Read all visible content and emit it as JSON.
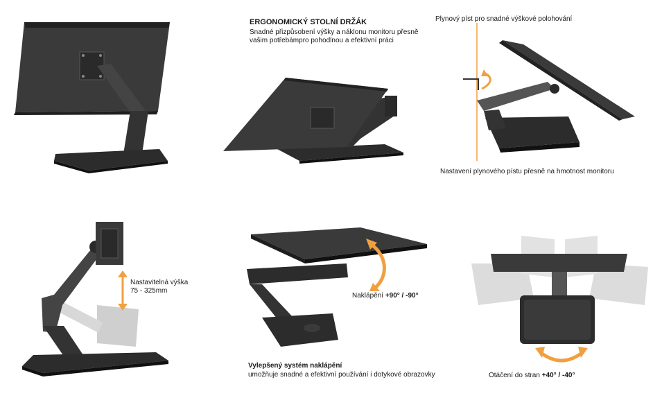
{
  "header": {
    "title": "ERGONOMICKÝ STOLNÍ DRŽÁK",
    "subtitle_line1": "Snadné přizpůsobení výšky a náklonu monitoru přesně",
    "subtitle_line2": "vašim potřebámpro pohodlnou a efektivní práci"
  },
  "gas_piston": {
    "top_label": "Plynový píst pro snadné výškové polohování",
    "bottom_label": "Nastavení plynového pístu přesně na hmotnost monitoru"
  },
  "height": {
    "label": "Nastavitelná výška",
    "range": "75 - 325mm"
  },
  "tilt": {
    "label": "Naklápění",
    "value": "+90° / -90°",
    "feature_title": "Vylepšený systém naklápění",
    "feature_desc": "umožňuje snadné a efektivní používání i dotykové obrazovky"
  },
  "rotation": {
    "label": "Otáčení do stran",
    "value": "+40° / -40°"
  },
  "colors": {
    "accent": "#f0a040",
    "product": "#3a3a3a",
    "product_dark": "#1e1e1e",
    "ghost": "#cfcfcf"
  }
}
